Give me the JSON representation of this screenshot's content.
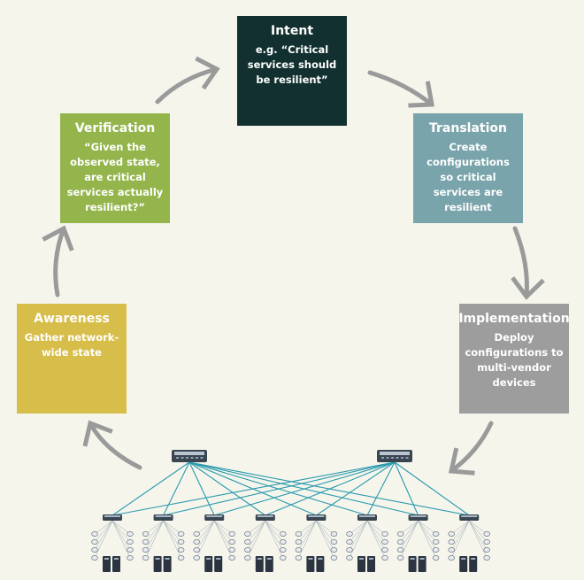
{
  "colors": {
    "background": "#f5f5ec",
    "intent": "#11302f",
    "translation": "#7aa4ab",
    "implementation": "#9c9d9c",
    "awareness": "#d7bd4a",
    "verification": "#94b54c",
    "arrow": "#9a9a9a",
    "link": "#2a9aae",
    "switch": "#3a4552"
  },
  "boxes": {
    "intent": {
      "title": "Intent",
      "desc": "e.g. “Critical services should be resilient”"
    },
    "translation": {
      "title": "Translation",
      "desc": "Create configurations so critical services are resilient"
    },
    "implementation": {
      "title": "Implementation",
      "desc": "Deploy configurations to multi-vendor devices"
    },
    "awareness": {
      "title": "Awareness",
      "desc": "Gather network-wide state"
    },
    "verification": {
      "title": "Verification",
      "desc": "“Given the observed state, are critical services actually resilient?”"
    }
  },
  "network": {
    "spine_count": 2,
    "leaf_count": 8,
    "servers_per_leaf": 2,
    "hosts_per_leaf": 8
  }
}
